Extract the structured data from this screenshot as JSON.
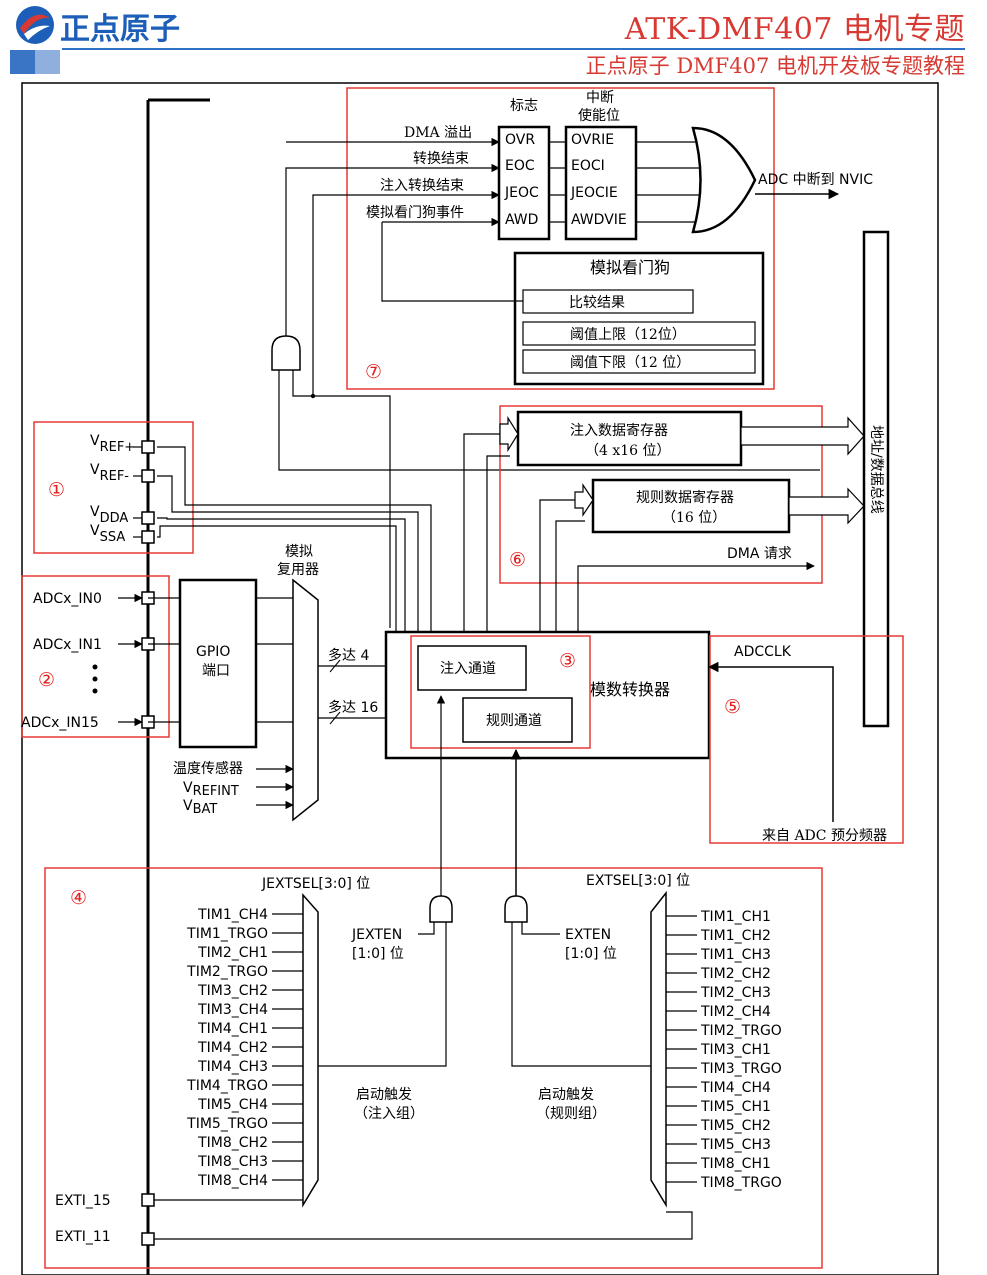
{
  "header": {
    "brand": "正点原子",
    "title": "ATK-DMF407 电机专题",
    "subtitle": "正点原子 DMF407 电机开发板专题教程"
  },
  "flags": {
    "col_flag": "标志",
    "col_enable_1": "中断",
    "col_enable_2": "使能位",
    "rows": [
      {
        "event": "DMA 溢出",
        "flag": "OVR",
        "enable": "OVRIE"
      },
      {
        "event": "转换结束",
        "flag": "EOC",
        "enable": "EOCI"
      },
      {
        "event": "注入转换结束",
        "flag": "JEOC",
        "enable": "JEOCIE"
      },
      {
        "event": "模拟看门狗事件",
        "flag": "AWD",
        "enable": "AWDVIE"
      }
    ],
    "output": "ADC 中断到 NVIC"
  },
  "watchdog": {
    "title": "模拟看门狗",
    "rows": [
      "比较结果",
      "阈值上限（12位）",
      "阈值下限（12 位）"
    ]
  },
  "registers": {
    "injected_1": "注入数据寄存器",
    "injected_2": "（4 x16 位）",
    "regular_1": "规则数据寄存器",
    "regular_2": "（16 位）",
    "dma": "DMA 请求",
    "bus": "地址/数据总线"
  },
  "pins": {
    "vref_plus": "V",
    "vref_plus_sub": "REF+",
    "vref_minus": "V",
    "vref_minus_sub": "REF-",
    "vdda": "V",
    "vdda_sub": "DDA",
    "vssa": "V",
    "vssa_sub": "SSA",
    "in0": "ADCx_IN0",
    "in1": "ADCx_IN1",
    "in15": "ADCx_IN15"
  },
  "mux": {
    "gpio_1": "GPIO",
    "gpio_2": "端口",
    "mux_1": "模拟",
    "mux_2": "复用器",
    "up_to_4": "多达 4",
    "up_to_16": "多达 16",
    "temp": "温度传感器",
    "vrefint": "V",
    "vrefint_sub": "REFINT",
    "vbat": "V",
    "vbat_sub": "BAT"
  },
  "adc": {
    "injected": "注入通道",
    "regular": "规则通道",
    "converter": "模数转换器",
    "adcclk": "ADCCLK",
    "prescaler": "来自 ADC 预分频器"
  },
  "trigger": {
    "jextsel": "JEXTSEL[3:0] 位",
    "extsel": "EXTSEL[3:0] 位",
    "jexten_1": "JEXTEN",
    "jexten_2": "[1:0] 位",
    "exten_1": "EXTEN",
    "exten_2": "[1:0] 位",
    "inj_trig_1": "启动触发",
    "inj_trig_2": "（注入组）",
    "reg_trig_1": "启动触发",
    "reg_trig_2": "（规则组）",
    "left_sources": [
      "TIM1_CH4",
      "TIM1_TRGO",
      "TIM2_CH1",
      "TIM2_TRGO",
      "TIM3_CH2",
      "TIM3_CH4",
      "TIM4_CH1",
      "TIM4_CH2",
      "TIM4_CH3",
      "TIM4_TRGO",
      "TIM5_CH4",
      "TIM5_TRGO",
      "TIM8_CH2",
      "TIM8_CH3",
      "TIM8_CH4"
    ],
    "right_sources": [
      "TIM1_CH1",
      "TIM1_CH2",
      "TIM1_CH3",
      "TIM2_CH2",
      "TIM2_CH3",
      "TIM2_CH4",
      "TIM2_TRGO",
      "TIM3_CH1",
      "TIM3_TRGO",
      "TIM4_CH4",
      "TIM5_CH1",
      "TIM5_CH2",
      "TIM5_CH3",
      "TIM8_CH1",
      "TIM8_TRGO"
    ],
    "exti15": "EXTI_15",
    "exti11": "EXTI_11"
  },
  "markers": [
    "①",
    "②",
    "③",
    "④",
    "⑤",
    "⑥",
    "⑦"
  ]
}
